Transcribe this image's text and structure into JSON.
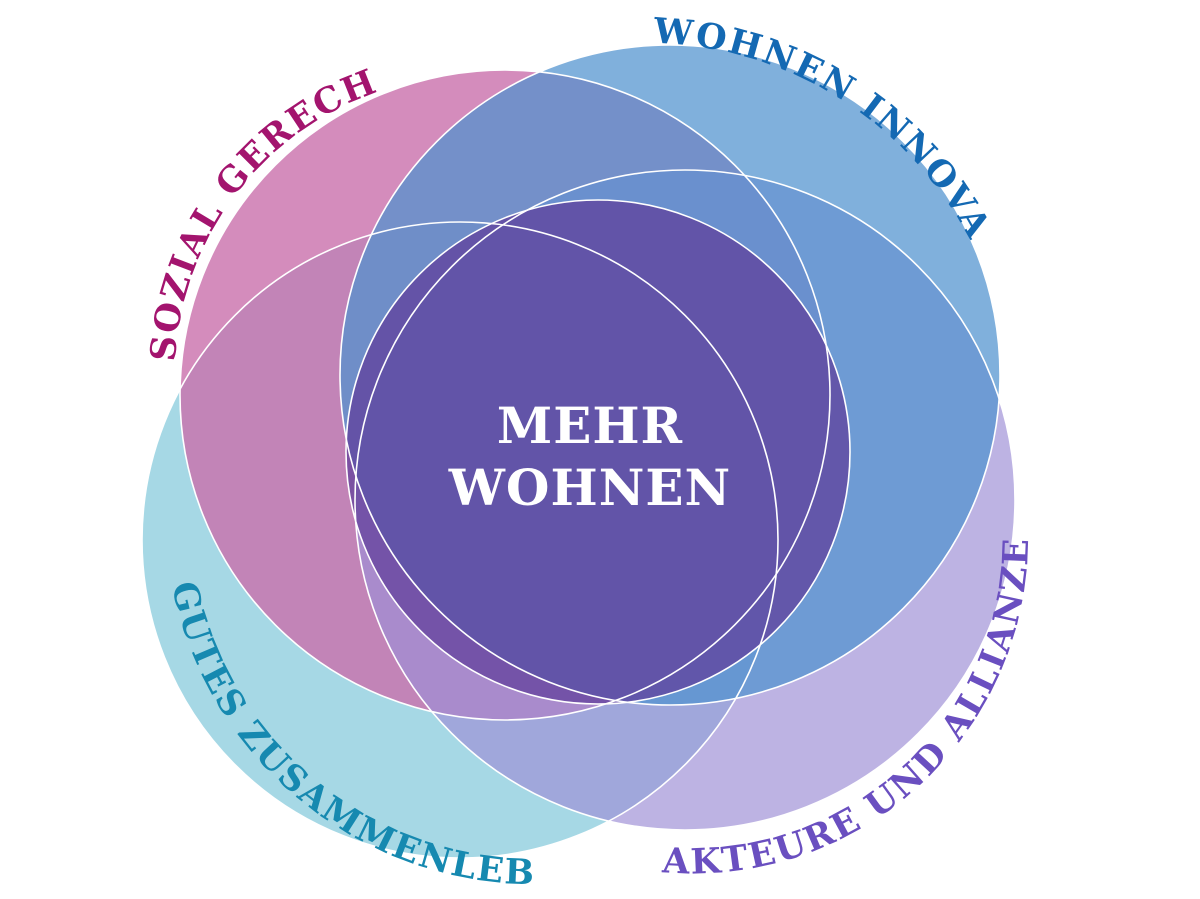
{
  "center": {
    "line1": "MEHR",
    "line2": "WOHNEN"
  },
  "labels": {
    "sozial": "SOZIAL GERECHT",
    "wohnen_innovativ": "WOHNEN INNOVATIV",
    "akteure": "AKTEURE UND ALLIANZEN",
    "gutes": "GUTES ZUSAMMENLEBEN"
  },
  "colors": {
    "sozial_circle": "#c96fab",
    "sozial_text": "#a3146e",
    "wohnen_circle": "#4f92cf",
    "wohnen_text": "#1469b3",
    "akteure_circle": "#9e8fd6",
    "akteure_text": "#6a4fc0",
    "gutes_circle": "#7cc6d8",
    "gutes_text": "#1689b0",
    "inner_circle": "#5f3d9a",
    "center_text": "#ffffff"
  }
}
